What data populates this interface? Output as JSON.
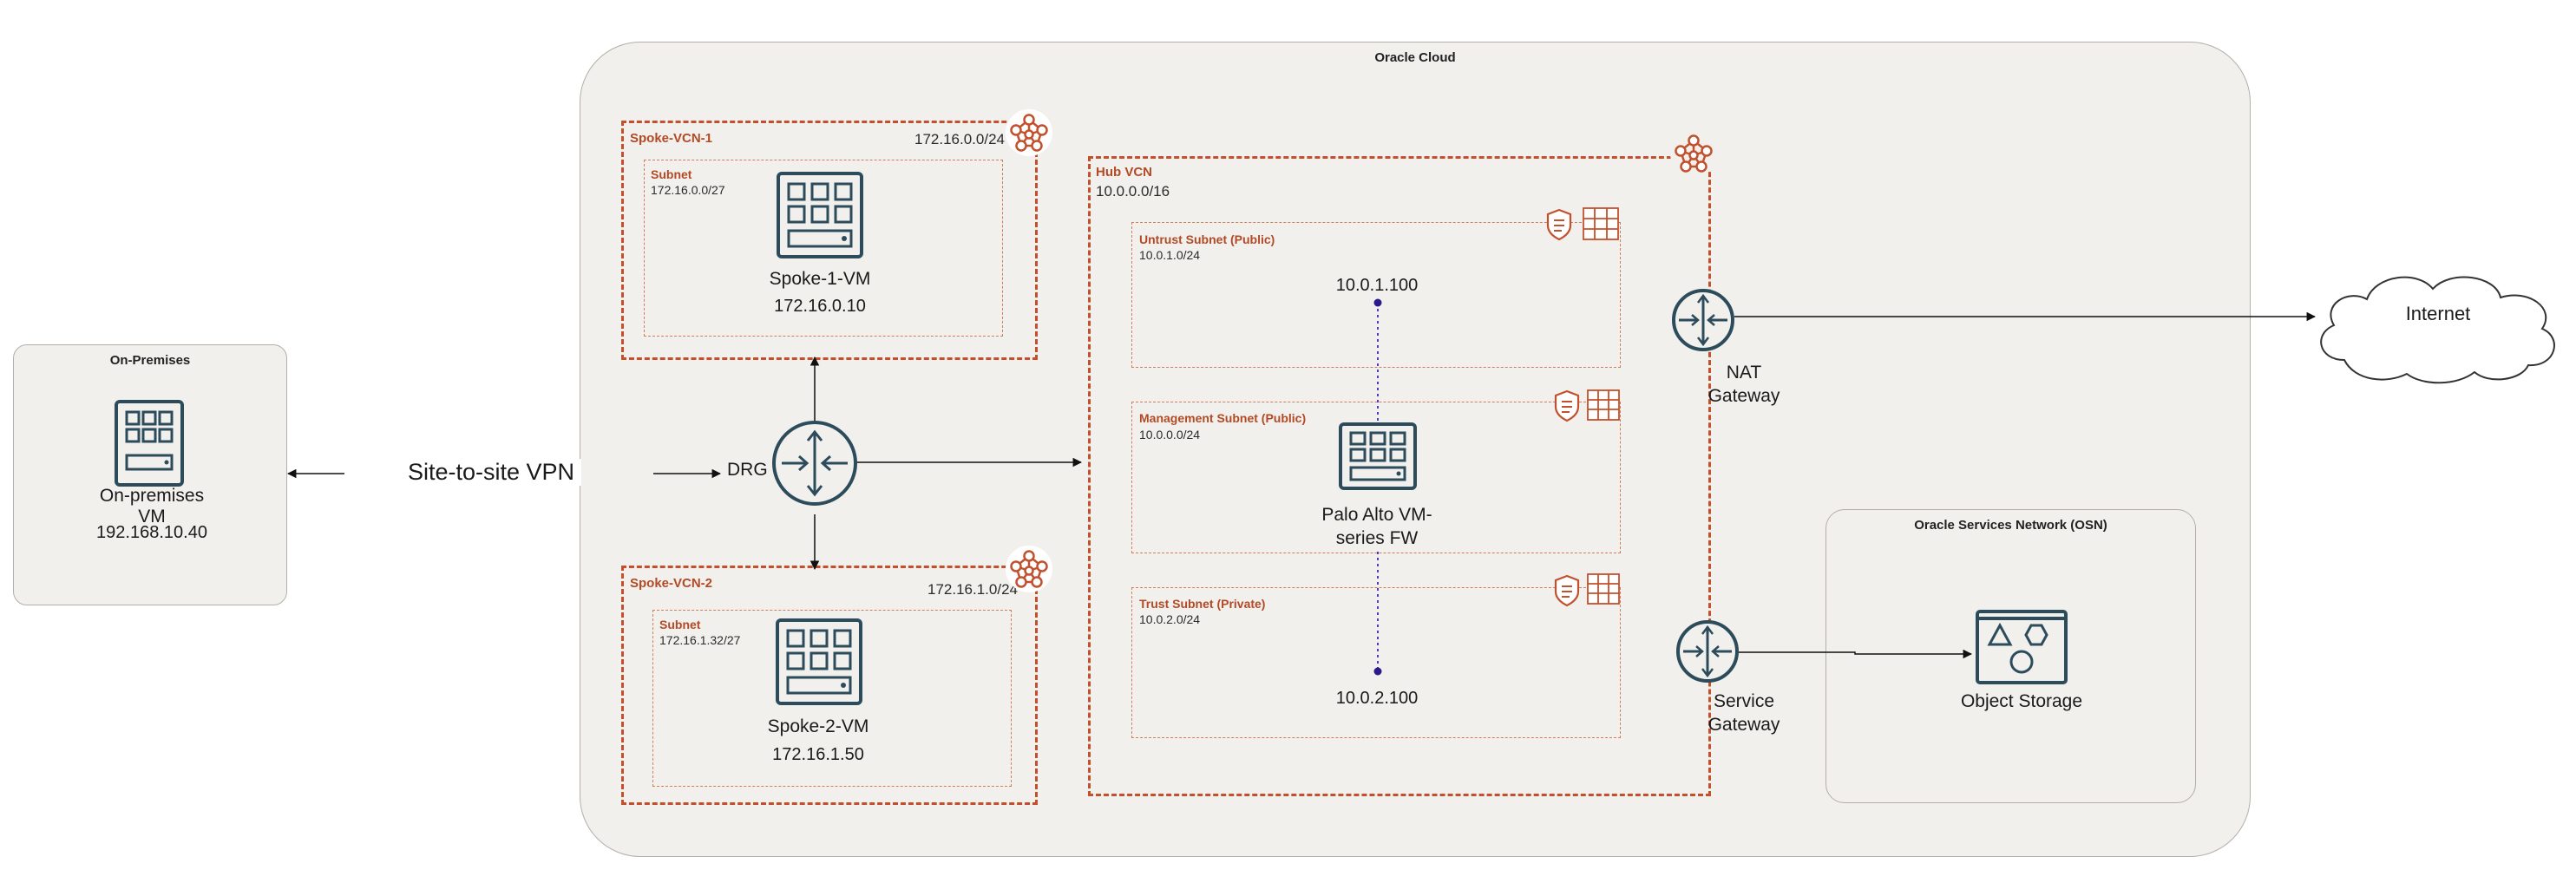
{
  "onprem": {
    "title": "On-Premises",
    "vm_label": "On-premises VM",
    "vm_ip": "192.168.10.40"
  },
  "vpn_label": "Site-to-site VPN",
  "drg_label": "DRG",
  "oracle_cloud": {
    "title": "Oracle Cloud"
  },
  "spoke1": {
    "title": "Spoke-VCN-1",
    "cidr": "172.16.0.0/24",
    "subnet_title": "Subnet",
    "subnet_cidr": "172.16.0.0/27",
    "vm_label": "Spoke-1-VM",
    "vm_ip": "172.16.0.10"
  },
  "spoke2": {
    "title": "Spoke-VCN-2",
    "cidr": "172.16.1.0/24",
    "subnet_title": "Subnet",
    "subnet_cidr": "172.16.1.32/27",
    "vm_label": "Spoke-2-VM",
    "vm_ip": "172.16.1.50"
  },
  "hub": {
    "title": "Hub VCN",
    "cidr": "10.0.0.0/16",
    "untrust": {
      "title": "Untrust Subnet (Public)",
      "cidr": "10.0.1.0/24",
      "ip": "10.0.1.100"
    },
    "mgmt": {
      "title": "Management Subnet (Public)",
      "cidr": "10.0.0.0/24"
    },
    "trust": {
      "title": "Trust Subnet (Private)",
      "cidr": "10.0.2.0/24",
      "ip": "10.0.2.100"
    },
    "fw_label": "Palo Alto VM-series FW"
  },
  "nat_label": "NAT Gateway",
  "sgw_label": "Service Gateway",
  "internet_label": "Internet",
  "osn": {
    "title": "Oracle Services Network (OSN)",
    "storage_label": "Object Storage"
  },
  "colors": {
    "vcn_border": "#c2502c",
    "icon": "#2c4c5c",
    "region_bg": "#f2f0ed",
    "dotted_link": "#4a3ad6"
  },
  "icons": [
    "vm-icon",
    "router-icon",
    "vcn-icon",
    "security-list-icon",
    "route-table-icon",
    "cloud-icon",
    "object-storage-icon"
  ]
}
